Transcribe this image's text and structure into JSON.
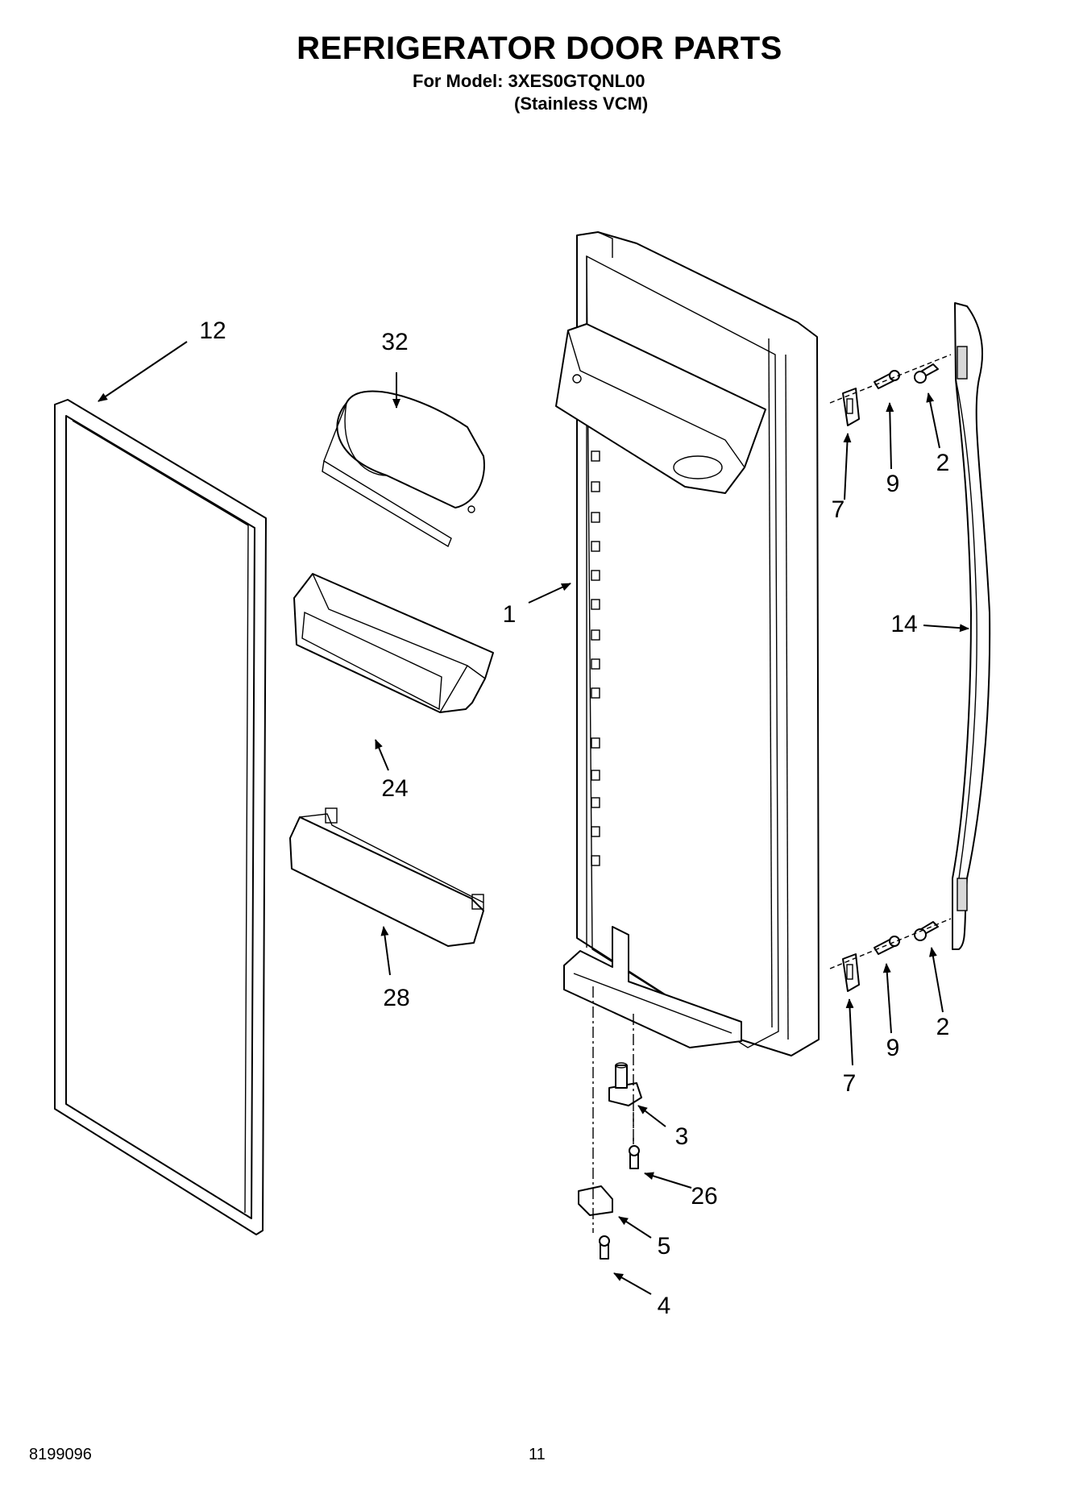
{
  "header": {
    "title": "REFRIGERATOR DOOR PARTS",
    "model_line": "For Model: 3XES0GTQNL00",
    "finish_line": "(Stainless VCM)"
  },
  "callouts": {
    "c1": "1",
    "c2a": "2",
    "c2b": "2",
    "c3": "3",
    "c4": "4",
    "c5": "5",
    "c7a": "7",
    "c7b": "7",
    "c9a": "9",
    "c9b": "9",
    "c12": "12",
    "c14": "14",
    "c24": "24",
    "c26": "26",
    "c28": "28",
    "c32": "32"
  },
  "footer": {
    "doc_number": "8199096",
    "page_number": "11"
  }
}
